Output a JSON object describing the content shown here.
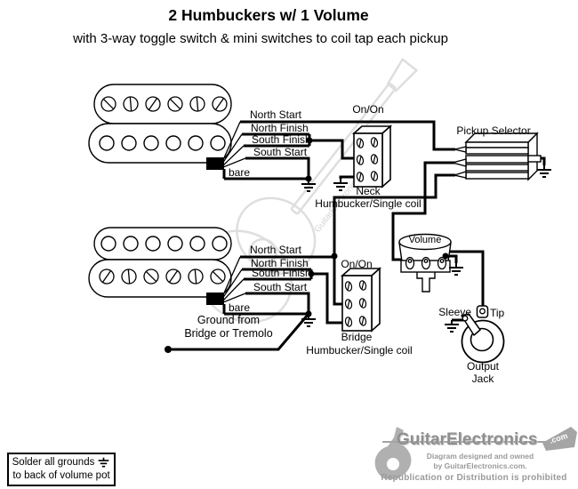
{
  "title": "2 Humbuckers w/ 1 Volume",
  "subtitle": "with 3-way toggle switch & mini switches to coil tap each pickup",
  "neck_pickup": {
    "wires": [
      "North Start",
      "North Finish",
      "South Finish",
      "South Start",
      "bare"
    ]
  },
  "bridge_pickup": {
    "wires": [
      "North Start",
      "North Finish",
      "South Finish",
      "South Start",
      "bare"
    ]
  },
  "neck_switch": {
    "mode": "On/On",
    "name": "Neck",
    "description": "Humbucker/Single coil"
  },
  "bridge_switch": {
    "mode": "On/On",
    "name": "Bridge",
    "description": "Humbucker/Single coil"
  },
  "pickup_selector": {
    "label": "Pickup Selector"
  },
  "volume_pot": {
    "label": "Volume"
  },
  "output_jack": {
    "sleeve": "Sleeve",
    "tip": "Tip",
    "name_line1": "Output",
    "name_line2": "Jack"
  },
  "ground_note": {
    "line1": "Ground from",
    "line2": "Bridge or Tremolo"
  },
  "solder_note": {
    "line1": "Solder all grounds",
    "line2": "to back of volume pot"
  },
  "branding": {
    "logo": "GuitarElectronics",
    "logo_tld": ".com",
    "credit_line1": "Diagram designed and owned",
    "credit_line2": "by GuitarElectronics.com.",
    "notice": "Republication or Distribution is prohibited"
  },
  "colors": {
    "wire": "#000000",
    "watermark": "#dedede",
    "branding": "#9a9a9a"
  }
}
